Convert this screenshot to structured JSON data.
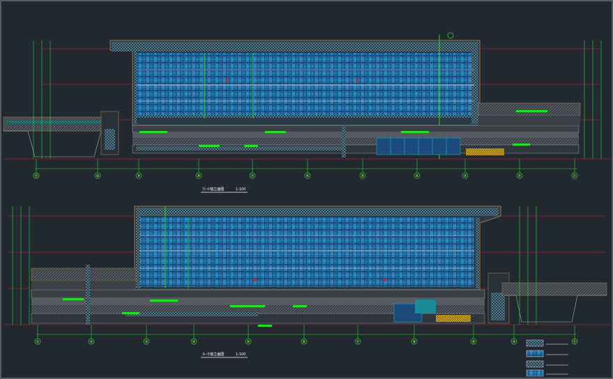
{
  "drawing": {
    "background": "#212830",
    "colors": {
      "frame": "#b0b4b8",
      "red": "#e02020",
      "green": "#22e022",
      "cyan": "#20b8e8",
      "blue": "#2050c8",
      "brown": "#a0784a",
      "yellow": "#f0c020",
      "white": "#ffffff",
      "gray": "#8c8c8c"
    },
    "elevation_upper": {
      "title": "⑪-①轴立面图",
      "scale": "1:100",
      "axes": [
        "⑪",
        "⑩",
        "⑨",
        "⑧",
        "⑦",
        "⑥",
        "⑤",
        "④",
        "③",
        "②",
        "①"
      ]
    },
    "elevation_lower": {
      "title": "①-⑪轴立面图",
      "scale": "1:100",
      "axes": [
        "①",
        "②",
        "③",
        "④",
        "⑤",
        "⑥",
        "⑦",
        "⑧",
        "⑨",
        "⑩",
        "⑪"
      ]
    }
  }
}
